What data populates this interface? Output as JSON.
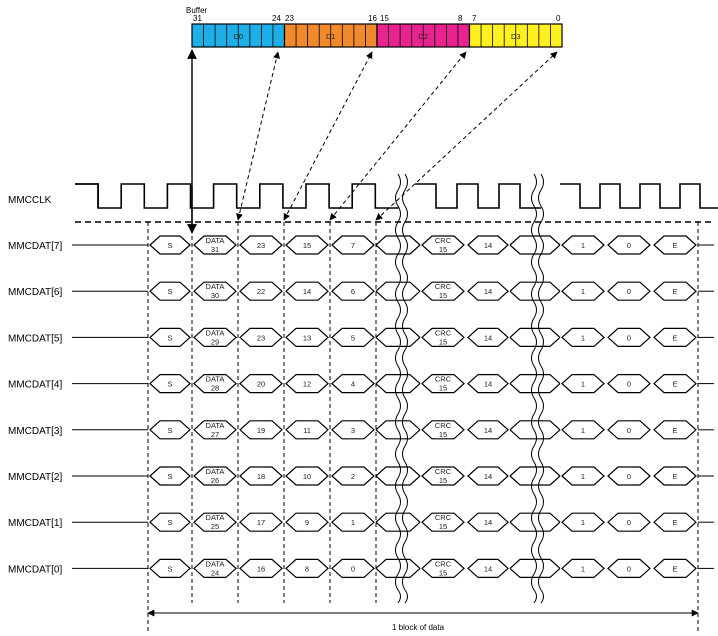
{
  "buffer": {
    "title": "Buffer",
    "bit_labels": [
      "31",
      "24",
      "23",
      "16",
      "15",
      "8",
      "7",
      "0"
    ],
    "bytes": [
      {
        "label": "D0",
        "color": "#1EAEE8"
      },
      {
        "label": "D1",
        "color": "#F08A2C"
      },
      {
        "label": "D2",
        "color": "#E8238F"
      },
      {
        "label": "D3",
        "color": "#FFF022"
      }
    ]
  },
  "clock": {
    "label": "MMCCLK"
  },
  "lanes": [
    {
      "label": "MMCDAT[7]",
      "cells": [
        "S",
        "DATA",
        "31",
        "23",
        "15",
        "7",
        "CRC",
        "15",
        "14",
        "1",
        "0",
        "E"
      ]
    },
    {
      "label": "MMCDAT[6]",
      "cells": [
        "S",
        "DATA",
        "30",
        "22",
        "14",
        "6",
        "CRC",
        "15",
        "14",
        "1",
        "0",
        "E"
      ]
    },
    {
      "label": "MMCDAT[5]",
      "cells": [
        "S",
        "DATA",
        "29",
        "23",
        "13",
        "5",
        "CRC",
        "15",
        "14",
        "1",
        "0",
        "E"
      ]
    },
    {
      "label": "MMCDAT[4]",
      "cells": [
        "S",
        "DATA",
        "28",
        "20",
        "12",
        "4",
        "CRC",
        "15",
        "14",
        "1",
        "0",
        "E"
      ]
    },
    {
      "label": "MMCDAT[3]",
      "cells": [
        "S",
        "DATA",
        "27",
        "19",
        "11",
        "3",
        "CRC",
        "15",
        "14",
        "1",
        "0",
        "E"
      ]
    },
    {
      "label": "MMCDAT[2]",
      "cells": [
        "S",
        "DATA",
        "26",
        "18",
        "10",
        "2",
        "CRC",
        "15",
        "14",
        "1",
        "0",
        "E"
      ]
    },
    {
      "label": "MMCDAT[1]",
      "cells": [
        "S",
        "DATA",
        "25",
        "17",
        "9",
        "1",
        "CRC",
        "15",
        "14",
        "1",
        "0",
        "E"
      ]
    },
    {
      "label": "MMCDAT[0]",
      "cells": [
        "S",
        "DATA",
        "24",
        "16",
        "8",
        "0",
        "CRC",
        "15",
        "14",
        "1",
        "0",
        "E"
      ]
    }
  ],
  "block_label": "1 block of data"
}
